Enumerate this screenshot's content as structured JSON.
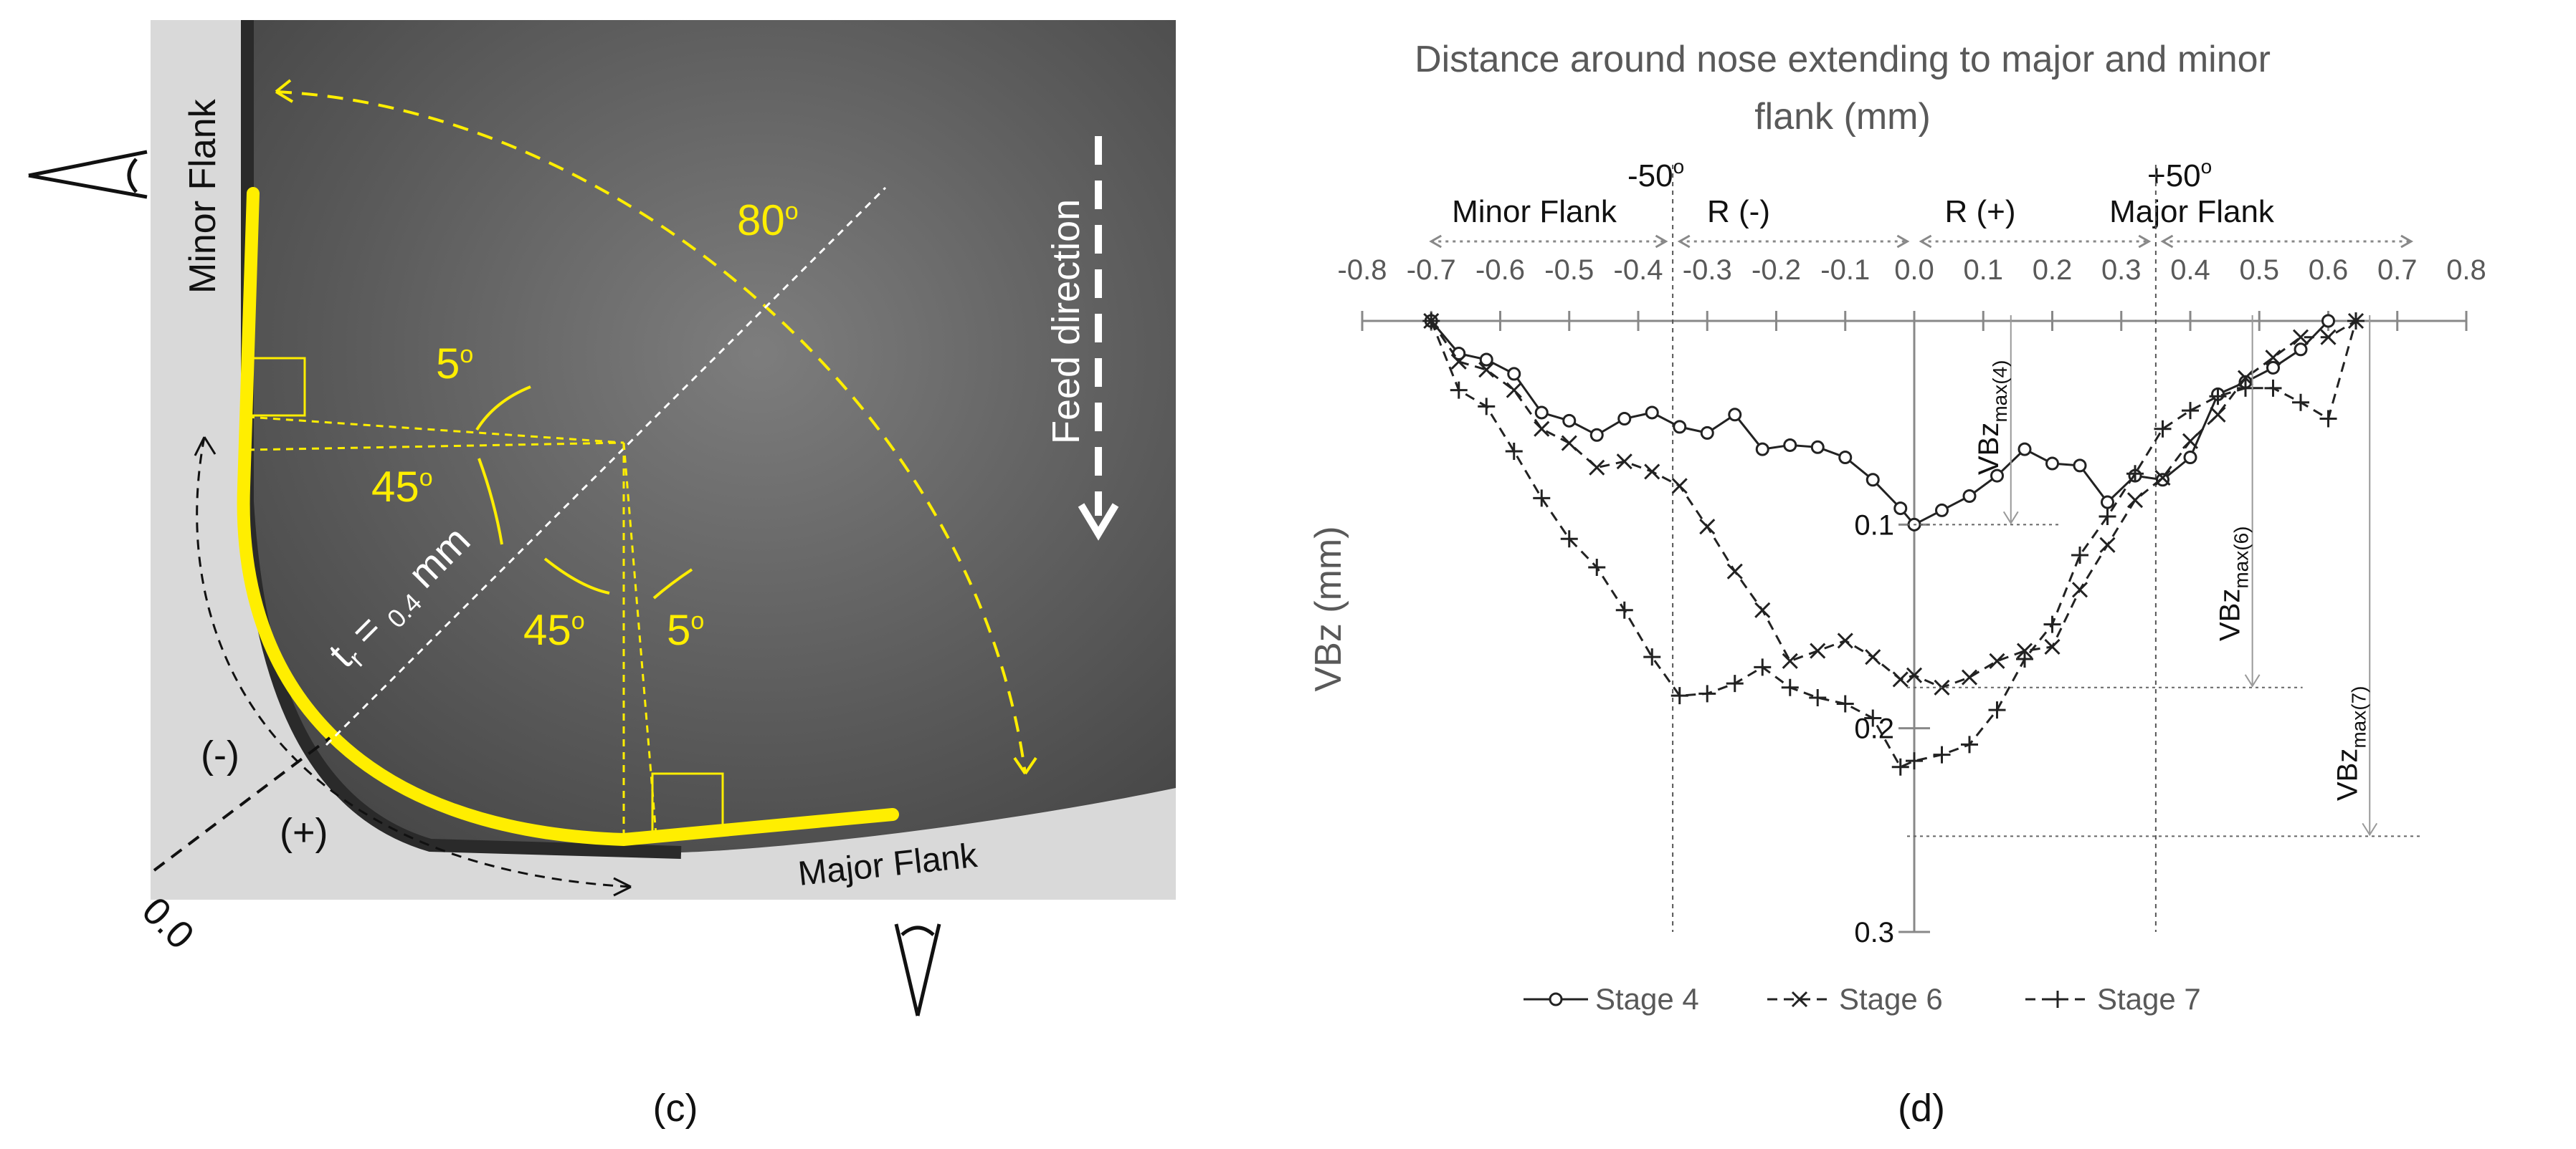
{
  "photo": {
    "minor_flank_label": "Minor Flank",
    "major_flank_label": "Major Flank",
    "feed_direction_label": "Feed direction",
    "angle_80": "80",
    "angle_5_top": "5",
    "angle_45_left": "45",
    "angle_45_bottom": "45",
    "angle_5_right": "5",
    "degree_mark": "o",
    "radius_t": "t",
    "radius_sub": "r",
    "radius_eq": " = ",
    "radius_val": "0.4",
    "radius_unit": " mm",
    "neg_label": "(-)",
    "pos_label": "(+)",
    "zero_label": "0.0",
    "panel_label": "(c)",
    "colors": {
      "highlight": "#ffee00",
      "photo_dark": "#3a3a3a",
      "photo_light": "#d9d9d9"
    }
  },
  "chart_data": {
    "type": "line",
    "title_line1": "Distance around nose extending to major and minor",
    "title_line2": "flank (mm)",
    "ylabel": "VBz (mm)",
    "panel_label": "(d)",
    "x_ticks": [
      "-0.8",
      "-0.7",
      "-0.6",
      "-0.5",
      "-0.4",
      "-0.3",
      "-0.2",
      "-0.1",
      "0.0",
      "0.1",
      "0.2",
      "0.3",
      "0.4",
      "0.5",
      "0.6",
      "0.7",
      "0.8"
    ],
    "x_range": [
      -0.8,
      0.8
    ],
    "y_range": [
      0,
      0.3
    ],
    "y_ticks": [
      "0.1",
      "0.2",
      "0.3"
    ],
    "y_tick_values": [
      0.1,
      0.2,
      0.3
    ],
    "region_labels": [
      "Minor Flank",
      "R (-)",
      "R (+)",
      "Major Flank"
    ],
    "boundary_labels": [
      "-50",
      "+50"
    ],
    "boundary_x": [
      -0.35,
      0.35
    ],
    "degree_mark": "o",
    "vbz_max_labels": [
      {
        "main": "VBz",
        "sub": "max(4)",
        "x": 0.14,
        "y": 0.1
      },
      {
        "main": "VBz",
        "sub": "max(6)",
        "x": 0.49,
        "y": 0.18
      },
      {
        "main": "VBz",
        "sub": "max(7)",
        "x": 0.66,
        "y": 0.253
      }
    ],
    "series": [
      {
        "name": "Stage 4",
        "marker": "circle",
        "dash": "solid",
        "x": [
          -0.7,
          -0.66,
          -0.62,
          -0.58,
          -0.54,
          -0.5,
          -0.46,
          -0.42,
          -0.38,
          -0.34,
          -0.3,
          -0.26,
          -0.22,
          -0.18,
          -0.14,
          -0.1,
          -0.06,
          -0.02,
          0.0,
          0.04,
          0.08,
          0.12,
          0.16,
          0.2,
          0.24,
          0.28,
          0.32,
          0.36,
          0.4,
          0.44,
          0.48,
          0.52,
          0.56,
          0.6
        ],
        "y": [
          0.0,
          0.016,
          0.019,
          0.026,
          0.045,
          0.049,
          0.056,
          0.048,
          0.045,
          0.052,
          0.055,
          0.046,
          0.063,
          0.061,
          0.062,
          0.067,
          0.078,
          0.092,
          0.1,
          0.093,
          0.086,
          0.076,
          0.063,
          0.07,
          0.071,
          0.089,
          0.076,
          0.078,
          0.067,
          0.036,
          0.03,
          0.023,
          0.014,
          0.0
        ]
      },
      {
        "name": "Stage 6",
        "marker": "x",
        "dash": "dash",
        "x": [
          -0.7,
          -0.66,
          -0.62,
          -0.58,
          -0.54,
          -0.5,
          -0.46,
          -0.42,
          -0.38,
          -0.34,
          -0.3,
          -0.26,
          -0.22,
          -0.18,
          -0.14,
          -0.1,
          -0.06,
          -0.02,
          0.0,
          0.04,
          0.08,
          0.12,
          0.16,
          0.2,
          0.24,
          0.28,
          0.32,
          0.36,
          0.4,
          0.44,
          0.48,
          0.52,
          0.56,
          0.6,
          0.64
        ],
        "y": [
          0.0,
          0.02,
          0.024,
          0.034,
          0.053,
          0.06,
          0.072,
          0.069,
          0.074,
          0.081,
          0.101,
          0.123,
          0.142,
          0.167,
          0.162,
          0.157,
          0.165,
          0.176,
          0.174,
          0.18,
          0.175,
          0.167,
          0.162,
          0.16,
          0.132,
          0.11,
          0.088,
          0.077,
          0.059,
          0.046,
          0.028,
          0.018,
          0.008,
          0.008,
          0.0
        ]
      },
      {
        "name": "Stage 7",
        "marker": "plus",
        "dash": "dash",
        "x": [
          -0.7,
          -0.66,
          -0.62,
          -0.58,
          -0.54,
          -0.5,
          -0.46,
          -0.42,
          -0.38,
          -0.34,
          -0.3,
          -0.26,
          -0.22,
          -0.18,
          -0.14,
          -0.1,
          -0.06,
          -0.02,
          0.0,
          0.04,
          0.08,
          0.12,
          0.16,
          0.2,
          0.24,
          0.28,
          0.32,
          0.36,
          0.4,
          0.44,
          0.48,
          0.52,
          0.56,
          0.6,
          0.64
        ],
        "y": [
          0.0,
          0.034,
          0.042,
          0.064,
          0.087,
          0.107,
          0.121,
          0.142,
          0.165,
          0.184,
          0.183,
          0.178,
          0.17,
          0.18,
          0.185,
          0.188,
          0.195,
          0.219,
          0.216,
          0.213,
          0.208,
          0.191,
          0.166,
          0.149,
          0.115,
          0.096,
          0.075,
          0.053,
          0.044,
          0.037,
          0.033,
          0.033,
          0.04,
          0.048,
          0.0
        ]
      }
    ]
  }
}
